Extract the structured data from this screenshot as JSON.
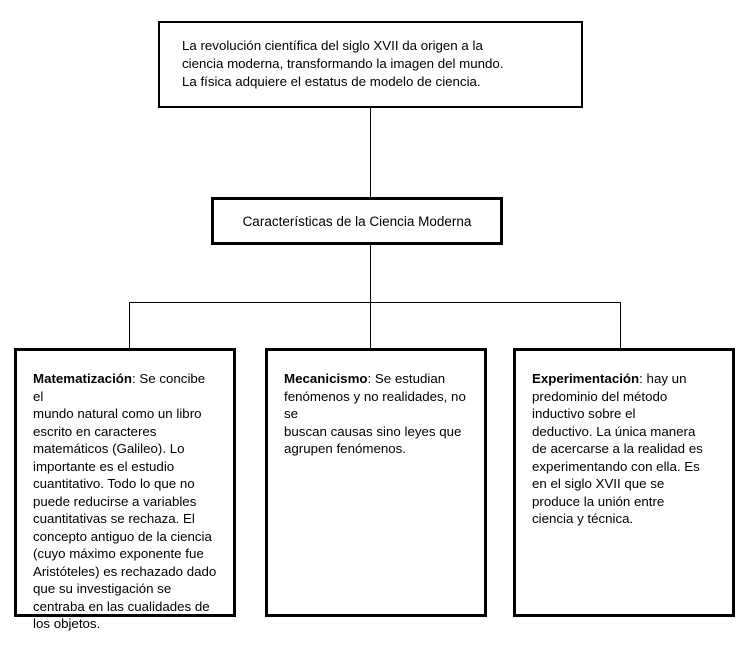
{
  "diagram": {
    "title_box": {
      "text": "La revolución científica del siglo XVII da origen a la\nciencia moderna, transformando la imagen del mundo.\nLa física adquiere el estatus de modelo de ciencia."
    },
    "center_box": {
      "label": "Características de la Ciencia Moderna"
    },
    "children": [
      {
        "term": "Matematización",
        "body": ": Se concibe el\nmundo natural como un libro\nescrito en caracteres\nmatemáticos (Galileo). Lo\nimportante es el estudio\ncuantitativo. Todo lo que no\npuede reducirse a variables\ncuantitativas se rechaza. El\nconcepto antiguo de la ciencia\n(cuyo máximo exponente fue\nAristóteles) es rechazado dado\nque su investigación se\ncentraba en las cualidades de\nlos objetos."
      },
      {
        "term": "Mecanicismo",
        "body": ": Se estudian\nfenómenos y no realidades, no se\nbuscan causas sino leyes que\nagrupen fenómenos."
      },
      {
        "term": "Experimentación",
        "body": ": hay un\npredominio del método\ninductivo sobre el\ndeductivo. La única manera\nde acercarse a la realidad es\nexperimentando con ella. Es\nen el siglo XVII que se\nproduce la unión entre\nciencia y técnica."
      }
    ],
    "colors": {
      "line": "#000000",
      "text": "#000000",
      "background": "#ffffff"
    }
  }
}
